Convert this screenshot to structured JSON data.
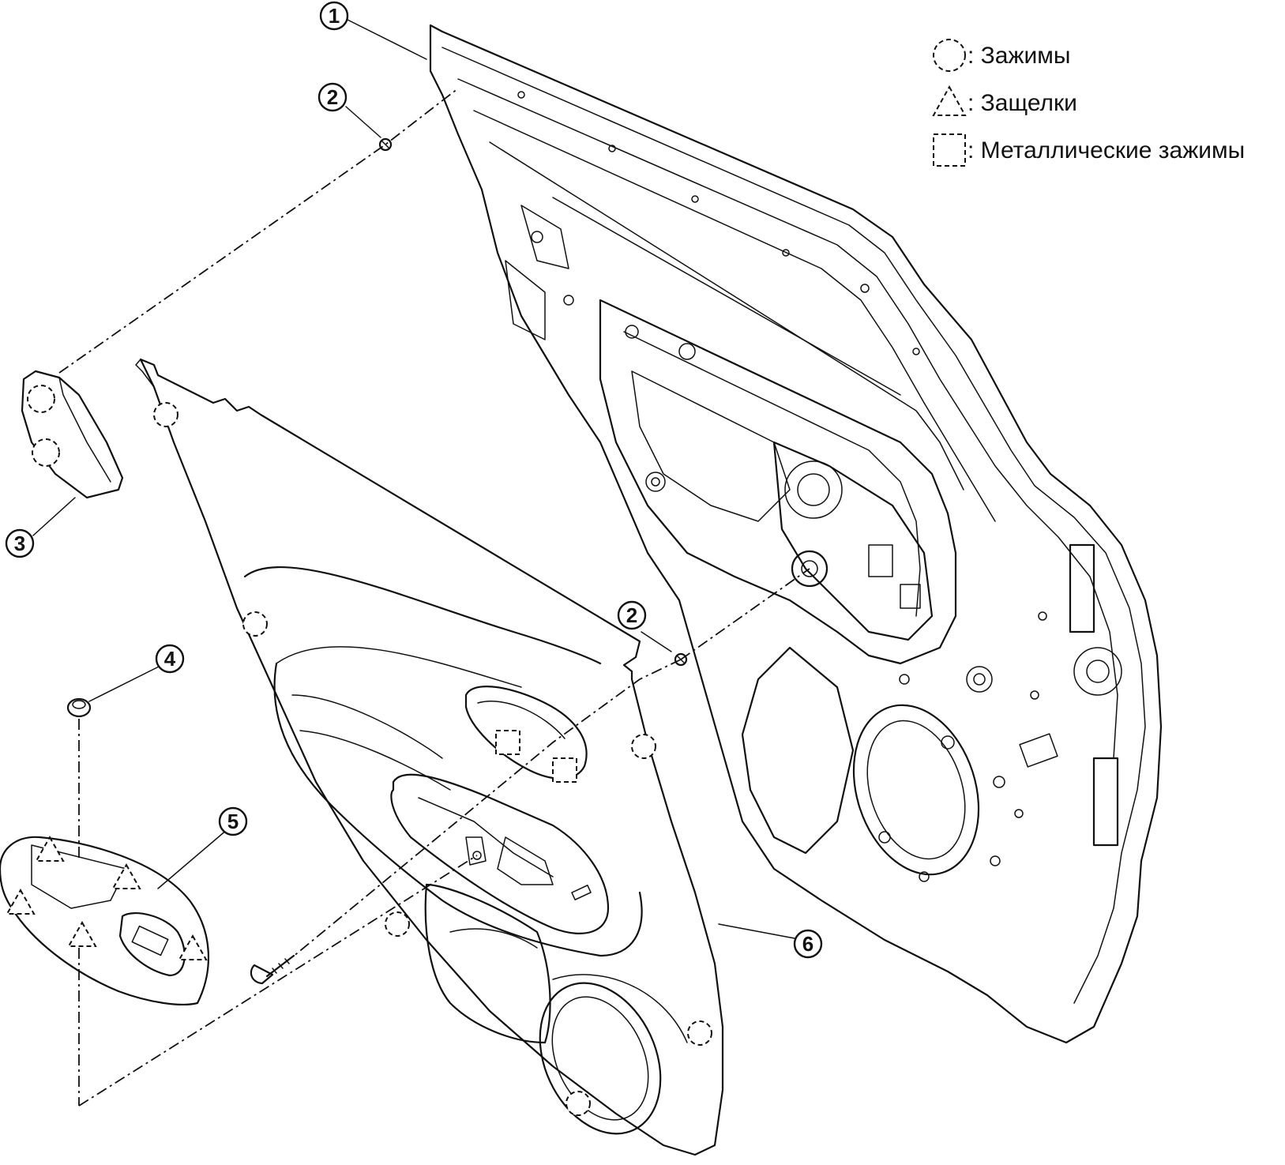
{
  "legend": {
    "clips": ": Зажимы",
    "latches": ": Защелки",
    "metal_clips": ": Металлические зажимы"
  },
  "callouts": {
    "c1": "1",
    "c2a": "2",
    "c2b": "2",
    "c3": "3",
    "c4": "4",
    "c5": "5",
    "c6": "6"
  }
}
